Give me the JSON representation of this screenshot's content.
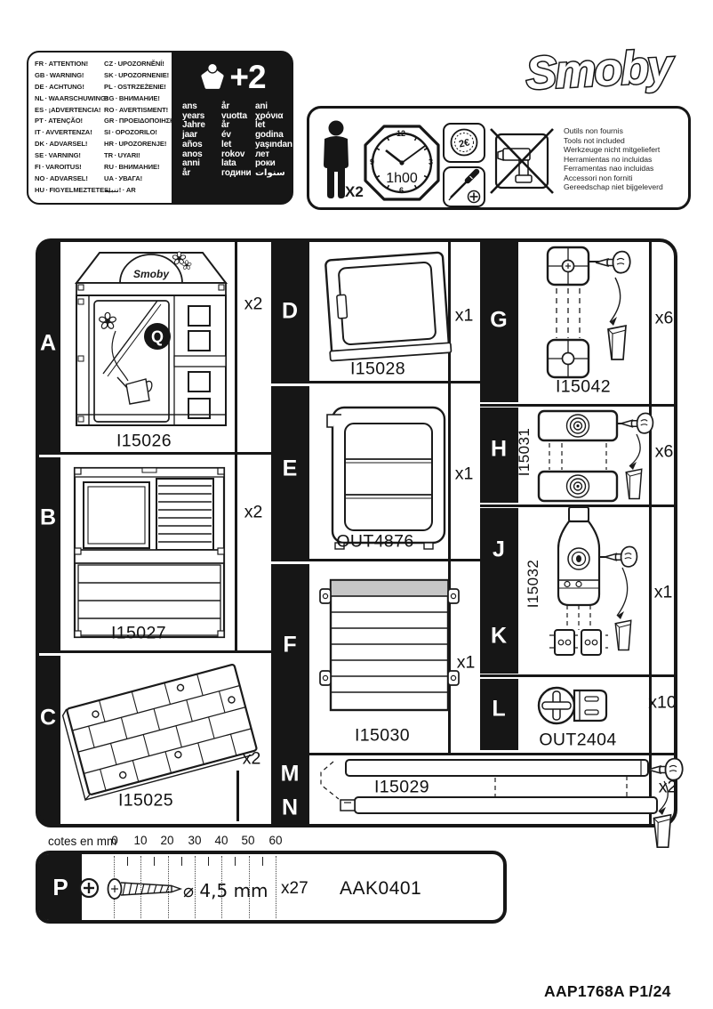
{
  "ink": "#161616",
  "header": {
    "warning_box": {
      "left": [
        {
          "code": "FR",
          "text": "ATTENTION!"
        },
        {
          "code": "GB",
          "text": "WARNING!"
        },
        {
          "code": "DE",
          "text": "ACHTUNG!"
        },
        {
          "code": "NL",
          "text": "WAARSCHUWING!"
        },
        {
          "code": "ES",
          "text": "¡ADVERTENCIA!"
        },
        {
          "code": "PT",
          "text": "ATENÇÃO!"
        },
        {
          "code": "IT",
          "text": "AVVERTENZA!"
        },
        {
          "code": "DK",
          "text": "ADVARSEL!"
        },
        {
          "code": "SE",
          "text": "VARNING!"
        },
        {
          "code": "FI",
          "text": "VAROITUS!"
        },
        {
          "code": "NO",
          "text": "ADVARSEL!"
        },
        {
          "code": "HU",
          "text": "FIGYELMEZTETES!"
        }
      ],
      "right": [
        {
          "code": "CZ",
          "text": "UPOZORNĚNÍ!"
        },
        {
          "code": "SK",
          "text": "UPOZORNENIE!"
        },
        {
          "code": "PL",
          "text": "OSTRZEŻENIE!"
        },
        {
          "code": "BG",
          "text": "ВНИМАНИЕ!"
        },
        {
          "code": "RO",
          "text": "AVERTISMENT!"
        },
        {
          "code": "GR",
          "text": "ΠΡΟΕΙΔΟΠΟΙΗΣΗ!"
        },
        {
          "code": "SI",
          "text": "OPOZORILO!"
        },
        {
          "code": "HR",
          "text": "UPOZORENJE!"
        },
        {
          "code": "TR",
          "text": "UYARI!"
        },
        {
          "code": "RU",
          "text": "ВНИМАНИЕ!"
        },
        {
          "code": "UA",
          "text": "УВАГА!"
        },
        {
          "code": "AR",
          "text": "تنبيه!"
        }
      ]
    },
    "age": {
      "plus_label": "+2",
      "columns": [
        [
          "ans",
          "years",
          "Jahre",
          "jaar",
          "años",
          "anos",
          "anni",
          "år"
        ],
        [
          "år",
          "vuotta",
          "år",
          "év",
          "let",
          "rokov",
          "lata",
          "години"
        ],
        [
          "ani",
          "χρόνια",
          "let",
          "godina",
          "yaşından",
          "лет",
          "роки",
          "سنوات"
        ]
      ]
    },
    "logo": "Smoby",
    "tools": {
      "multiplier": "X2",
      "clock_label": "1h00",
      "clock_numbers": [
        "12",
        "3",
        "6",
        "9"
      ],
      "coin": "2€",
      "lines": [
        "Outils non fournis",
        "Tools not included",
        "Werkzeuge nicht mitgeliefert",
        "Herramientas no incluidas",
        "Ferramentas nao incluidas",
        "Accessori non forniti",
        "Gereedschap niet bijgeleverd"
      ]
    }
  },
  "grid": {
    "rows": {
      "a": {
        "letter": "A",
        "part": "I15026",
        "qty": "x2",
        "decal": "Smoby",
        "badge": "Q"
      },
      "b": {
        "letter": "B",
        "part": "I15027",
        "qty": "x2"
      },
      "c": {
        "letter": "C",
        "part": "I15025",
        "qty": "x2"
      },
      "d": {
        "letter": "D",
        "part": "I15028",
        "qty": "x1"
      },
      "e": {
        "letter": "E",
        "part": "OUT4876",
        "qty": "x1"
      },
      "f": {
        "letter": "F",
        "part": "I15030",
        "qty": "x1"
      },
      "g": {
        "letter": "G",
        "part": "I15042",
        "qty": "x6"
      },
      "h": {
        "letter": "H",
        "part": "I15031",
        "qty": "x6"
      },
      "jk": {
        "letters": [
          "J",
          "K"
        ],
        "part": "I15032",
        "qty": "x1"
      },
      "l": {
        "letter": "L",
        "part": "OUT2404",
        "qty": "x10"
      },
      "mn": {
        "letters": [
          "M",
          "N"
        ],
        "part": "I15029",
        "qty": "x2"
      }
    }
  },
  "screws": {
    "letter": "P",
    "ruler_label": "cotes en mm",
    "ruler_ticks": [
      "0",
      "10",
      "20",
      "30",
      "40",
      "50",
      "60"
    ],
    "diameter": "⌀ 4,5 mm",
    "qty": "x27",
    "part": "AAK0401"
  },
  "footer": "AAP1768A P1/24"
}
